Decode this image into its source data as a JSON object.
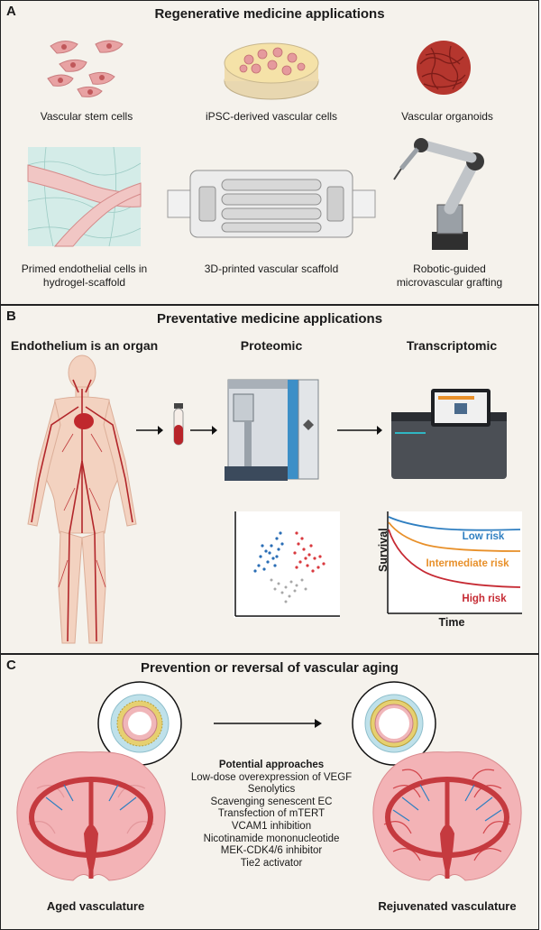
{
  "panelA": {
    "label": "A",
    "title": "Regenerative medicine applications",
    "items": [
      {
        "caption": "Vascular stem cells",
        "icon": "stem-cells-icon"
      },
      {
        "caption": "iPSC-derived vascular cells",
        "icon": "petri-dish-icon"
      },
      {
        "caption": "Vascular organoids",
        "icon": "organoid-icon"
      },
      {
        "caption": "Primed endothelial cells in hydrogel-scaffold",
        "icon": "hydrogel-scaffold-icon"
      },
      {
        "caption": "3D-printed vascular scaffold",
        "icon": "printed-scaffold-icon"
      },
      {
        "caption": "Robotic-guided microvascular grafting",
        "icon": "robot-arm-icon"
      }
    ]
  },
  "panelB": {
    "label": "B",
    "title": "Preventative medicine applications",
    "col1": "Endothelium is an organ",
    "col2": "Proteomic",
    "col3": "Transcriptomic",
    "survival": {
      "ylabel": "Survival",
      "xlabel": "Time",
      "curves": [
        "Low risk",
        "Intermediate risk",
        "High risk"
      ],
      "colors": [
        "#2f7fc1",
        "#e8902a",
        "#c62a33"
      ]
    }
  },
  "panelC": {
    "label": "C",
    "title": "Prevention or reversal of vascular aging",
    "approaches_title": "Potential approaches",
    "approaches": [
      "Low-dose overexpression of VEGF",
      "Senolytics",
      "Scavenging senescent EC",
      "Transfection of mTERT",
      "VCAM1 inhibition",
      "Nicotinamide mononucleotide",
      "MEK-CDK4/6 inhibitor",
      "Tie2 activator"
    ],
    "left_caption": "Aged vasculature",
    "right_caption": "Rejuvenated vasculature"
  }
}
